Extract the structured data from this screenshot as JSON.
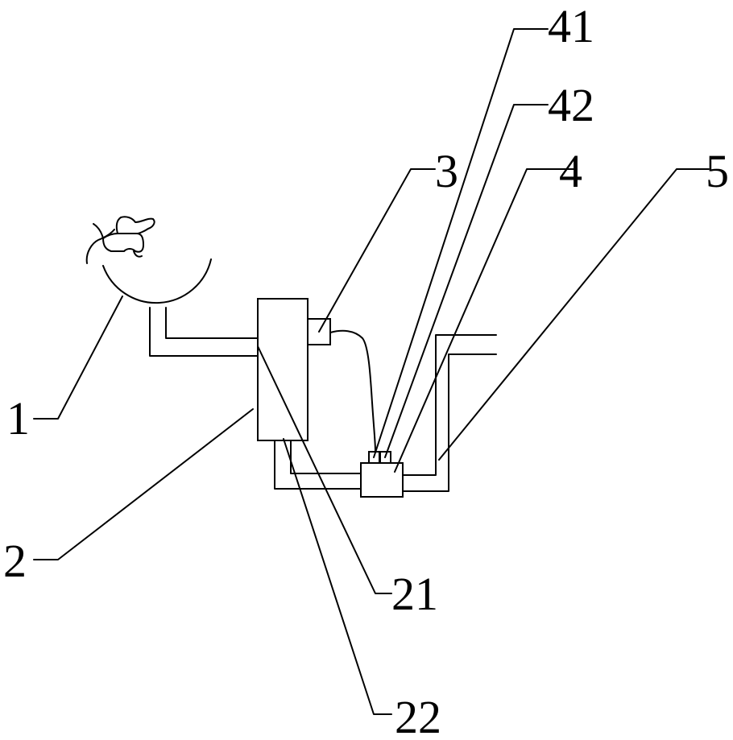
{
  "diagram": {
    "labels": {
      "basin": "1",
      "body": "2",
      "part21": "21",
      "part22": "22",
      "sensor": "3",
      "pump": "4",
      "part41": "41",
      "part42": "42",
      "pipe5": "5"
    }
  }
}
